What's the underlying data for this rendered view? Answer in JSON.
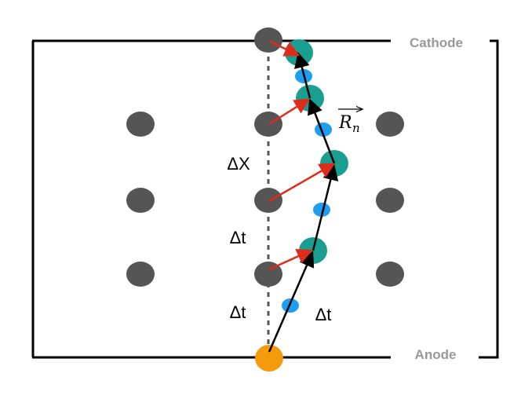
{
  "labels": {
    "cathode": "Cathode",
    "anode": "Anode",
    "delta_x": "ΔX",
    "delta_t_mid": "Δt",
    "delta_t_low": "Δt",
    "delta_t_path": "Δt",
    "displacement_vector": "R",
    "displacement_vector_sub": "n"
  },
  "colors": {
    "frame": "#000000",
    "electrode_label": "#999999",
    "lattice_node": "#555555",
    "dashed_line": "#555555",
    "path_node": "#1a9e8f",
    "intermediate_node": "#1e9ef0",
    "origin_node": "#f59a0c",
    "displacement_arrow": "#e02a1a",
    "path_line": "#000000"
  }
}
